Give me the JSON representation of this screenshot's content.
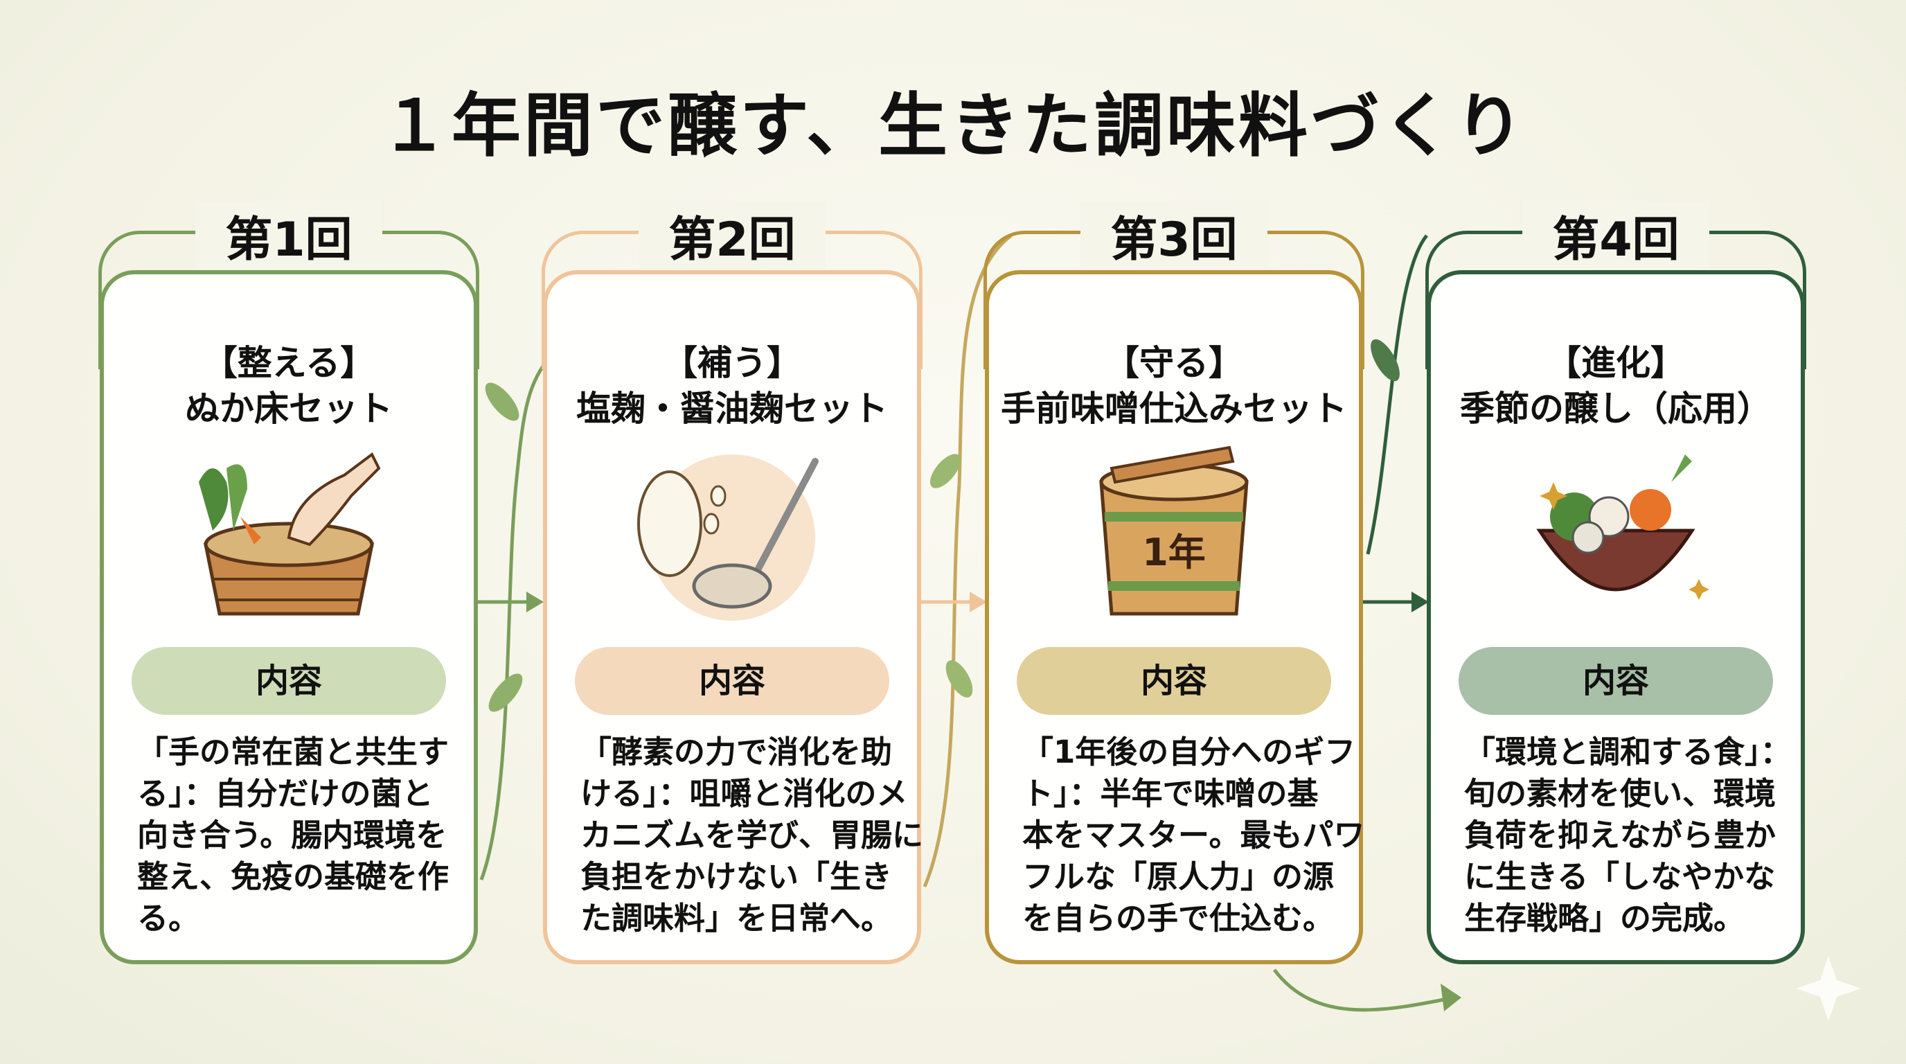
{
  "title": "１年間で醸す、生きた調味料づくり",
  "colors": {
    "s1": "#7a9e5a",
    "s2": "#f0c49a",
    "s3": "#b8943a",
    "s4": "#2f5e3c"
  },
  "sessions": [
    {
      "round": "第1回",
      "theme": "【整える】",
      "name": "ぬか床セット",
      "illustration": "nuka-tub-icon",
      "label": "内容",
      "lines": [
        "「手の常在菌と共生す",
        "る」：自分だけの菌と",
        "向き合う。腸内環境を",
        "整え、免疫の基礎を作",
        "る。"
      ]
    },
    {
      "round": "第2回",
      "theme": "【補う】",
      "name": "塩麹・醤油麹セット",
      "illustration": "koji-ladle-icon",
      "label": "内容",
      "lines": [
        "「酵素の力で消化を助",
        "ける」：咀嚼と消化のメ",
        "カニズムを学び、胃腸に",
        "負担をかけない「生き",
        "た調味料」を日常へ。"
      ]
    },
    {
      "round": "第3回",
      "theme": "【守る】",
      "name": "手前味噌仕込みセット",
      "illustration": "miso-barrel-icon",
      "barrel_text": "1年",
      "label": "内容",
      "lines": [
        "「1年後の自分へのギフ",
        "ト」：半年で味噌の基",
        "本をマスター。最もパワ",
        "フルな「原人力」の源",
        "を自らの手で仕込む。"
      ]
    },
    {
      "round": "第4回",
      "theme": "【進化】",
      "name": "季節の醸し（応用）",
      "illustration": "vegetable-bowl-icon",
      "label": "内容",
      "lines": [
        "「環境と調和する食」：",
        "旬の素材を使い、環境",
        "負荷を抑えながら豊か",
        "に生きる「しなやかな",
        "生存戦略」の完成。"
      ]
    }
  ]
}
